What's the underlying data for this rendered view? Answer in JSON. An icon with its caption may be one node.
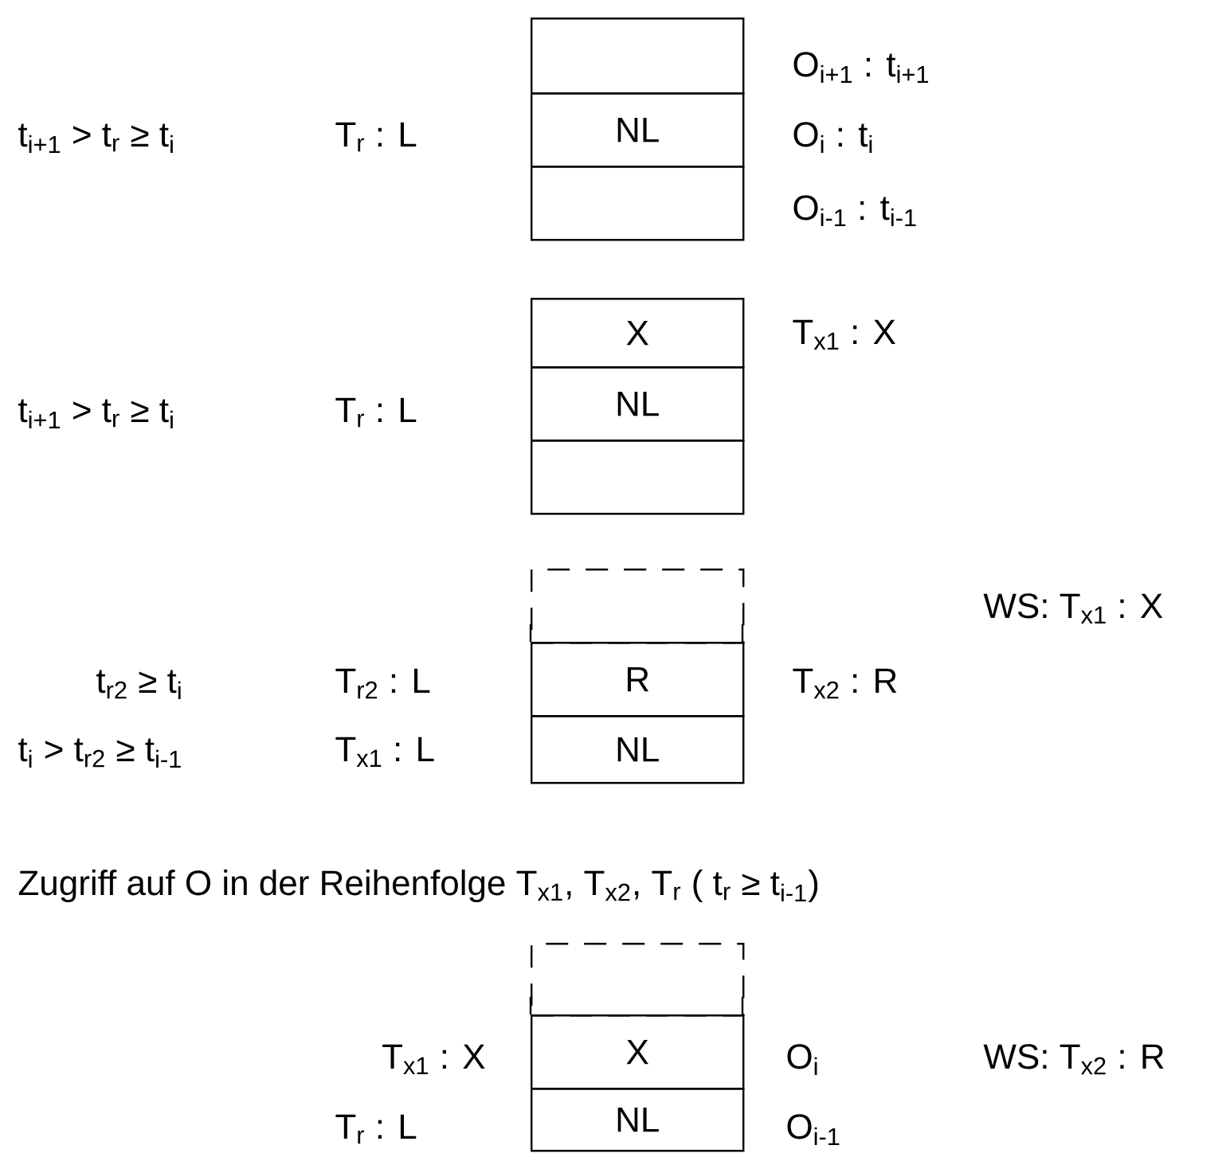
{
  "diagram": {
    "nodes": [
      {
        "text": [],
        "shape": "box"
      },
      {
        "text": [
          "NL"
        ]
      },
      {
        "text": [],
        "shape": "box"
      },
      {
        "text": [
          "X"
        ]
      },
      {
        "text": [
          "NL"
        ]
      },
      {
        "text": [],
        "shape": "box"
      },
      {
        "text": [],
        "shape": "box"
      },
      {
        "text": [
          "R"
        ]
      },
      {
        "text": [
          "NL"
        ]
      },
      {
        "text": [],
        "shape": "box"
      },
      {
        "text": [
          "X"
        ]
      },
      {
        "text": [
          "NL"
        ]
      }
    ],
    "edges": [],
    "labels": [
      "O$_{i+1}$ : t$_{i+1}$",
      "t$_{i+1}$ > t$_{r}$ ≥ t$_{i}$",
      "T$_{r}$ : L",
      "O$_{i}$ : t$_{i}$",
      "O$_{i-1}$ : t$_{i-1}$",
      "T$_{x1}$ : X",
      "t$_{i+1}$ > t$_{r}$ ≥ t$_{i}$",
      "T$_{r}$ : L",
      "WS: T$_{x1}$ : X",
      "t$_{r2}$ ≥ t$_{i}$",
      "T$_{r2}$ : L",
      "T$_{x2}$ : R",
      "t$_{i}$ > t$_{r2}$ ≥ t$_{i-1}$",
      "T$_{x1}$ : L",
      "Zugriff auf O in der Reihenfolge T$_{x1}$, T$_{x2}$, T$_{r}$ ( t$_{r}$ ≥ t$_{i-1}$)",
      "T$_{x1}$ : X",
      "O$_{i}$",
      "WS: T$_{x2}$ : R",
      "T$_{r}$ : L",
      "O$_{i-1}$"
    ]
  }
}
